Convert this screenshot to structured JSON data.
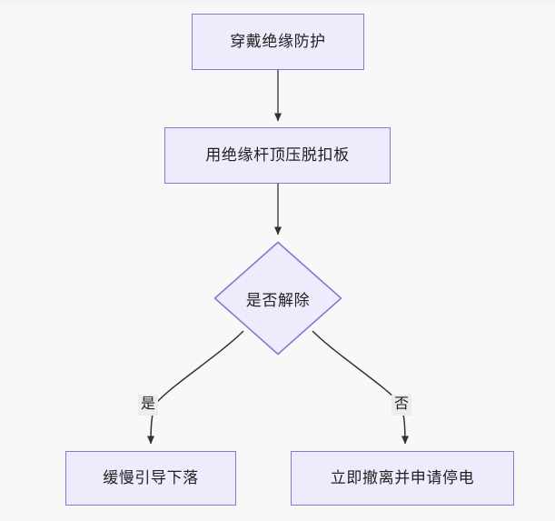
{
  "diagram": {
    "type": "flowchart",
    "direction": "top-down",
    "background_color": "#f8f8f8",
    "node_fill_color": "#ececfd",
    "node_border_color": "#9572cf",
    "node_text_color": "#1f2020",
    "edge_color": "#333333",
    "edge_label_background": "#ececec",
    "nodes": [
      {
        "id": "n1",
        "shape": "rect",
        "label": "穿戴绝缘防护"
      },
      {
        "id": "n2",
        "shape": "rect",
        "label": "用绝缘杆顶压脱扣板"
      },
      {
        "id": "n3",
        "shape": "diamond",
        "label": "是否解除"
      },
      {
        "id": "n4",
        "shape": "rect",
        "label": "缓慢引导下落"
      },
      {
        "id": "n5",
        "shape": "rect",
        "label": "立即撤离并申请停电"
      }
    ],
    "edges": [
      {
        "id": "e1",
        "from": "n1",
        "to": "n2",
        "label": ""
      },
      {
        "id": "e2",
        "from": "n2",
        "to": "n3",
        "label": ""
      },
      {
        "id": "e3",
        "from": "n3",
        "to": "n4",
        "label": "是"
      },
      {
        "id": "e4",
        "from": "n3",
        "to": "n5",
        "label": "否"
      }
    ],
    "edge_labels": {
      "yes": "是",
      "no": "否"
    }
  }
}
